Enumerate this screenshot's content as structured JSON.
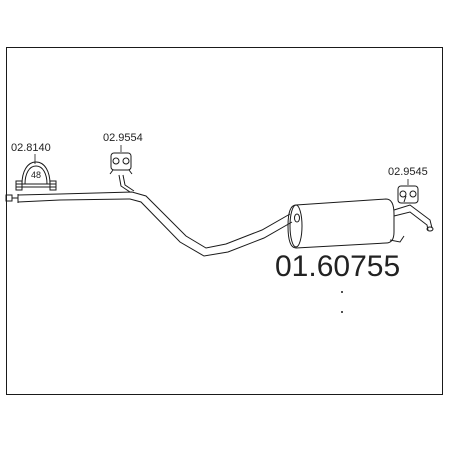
{
  "diagram": {
    "main_part_number": "01.60755",
    "parts": [
      {
        "id": "clamp",
        "part_number": "02.8140",
        "clamp_size": "48"
      },
      {
        "id": "hanger-front",
        "part_number": "02.9554"
      },
      {
        "id": "hanger-rear",
        "part_number": "02.9545"
      }
    ]
  },
  "colors": {
    "line": "#1a1a1a",
    "background": "#ffffff"
  }
}
